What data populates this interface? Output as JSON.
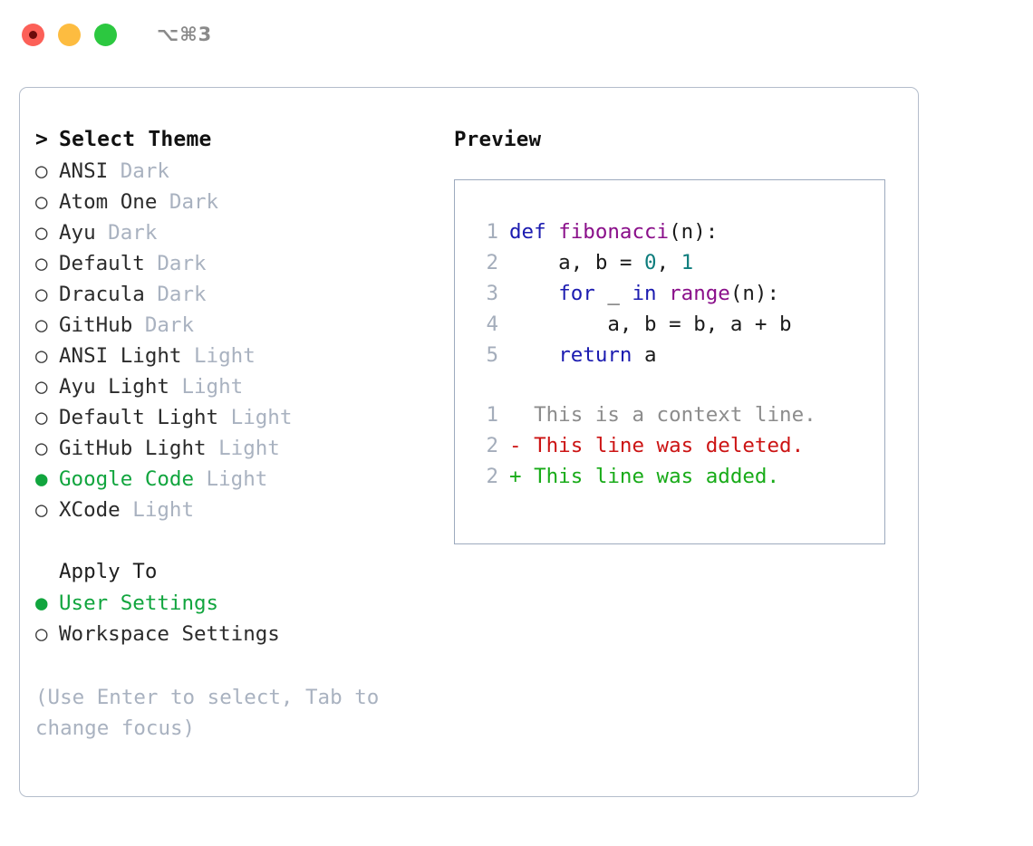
{
  "titlebar": {
    "buttons": [
      {
        "name": "close",
        "label": ""
      },
      {
        "name": "minimize",
        "label": ""
      },
      {
        "name": "maximize",
        "label": ""
      }
    ],
    "shortcut": "⌥⌘3"
  },
  "theme_panel": {
    "header_caret": ">",
    "header": "Select Theme",
    "bullet_unselected": "○",
    "bullet_selected": "●",
    "items": [
      {
        "name": "ANSI",
        "variant": "Dark",
        "selected": false
      },
      {
        "name": "Atom One",
        "variant": "Dark",
        "selected": false
      },
      {
        "name": "Ayu",
        "variant": "Dark",
        "selected": false
      },
      {
        "name": "Default",
        "variant": "Dark",
        "selected": false
      },
      {
        "name": "Dracula",
        "variant": "Dark",
        "selected": false
      },
      {
        "name": "GitHub",
        "variant": "Dark",
        "selected": false
      },
      {
        "name": "ANSI Light",
        "variant": "Light",
        "selected": false
      },
      {
        "name": "Ayu Light",
        "variant": "Light",
        "selected": false
      },
      {
        "name": "Default Light",
        "variant": "Light",
        "selected": false
      },
      {
        "name": "GitHub Light",
        "variant": "Light",
        "selected": false
      },
      {
        "name": "Google Code",
        "variant": "Light",
        "selected": true
      },
      {
        "name": "XCode",
        "variant": "Light",
        "selected": false
      }
    ]
  },
  "apply_to": {
    "header": "Apply To",
    "items": [
      {
        "name": "User Settings",
        "selected": true
      },
      {
        "name": "Workspace Settings",
        "selected": false
      }
    ]
  },
  "hint": "(Use Enter to select, Tab to change focus)",
  "preview": {
    "header": "Preview",
    "code_lines": [
      {
        "num": "1",
        "tokens": [
          {
            "t": "def ",
            "c": "tok-kw"
          },
          {
            "t": "fibonacci",
            "c": "tok-fn"
          },
          {
            "t": "(n):",
            "c": "tok-plain"
          }
        ]
      },
      {
        "num": "2",
        "tokens": [
          {
            "t": "    a, b = ",
            "c": "tok-plain"
          },
          {
            "t": "0",
            "c": "tok-num"
          },
          {
            "t": ", ",
            "c": "tok-plain"
          },
          {
            "t": "1",
            "c": "tok-num"
          }
        ]
      },
      {
        "num": "3",
        "tokens": [
          {
            "t": "    ",
            "c": "tok-plain"
          },
          {
            "t": "for",
            "c": "tok-kw"
          },
          {
            "t": " _ ",
            "c": "tok-plain"
          },
          {
            "t": "in",
            "c": "tok-kw"
          },
          {
            "t": " ",
            "c": "tok-plain"
          },
          {
            "t": "range",
            "c": "tok-fn"
          },
          {
            "t": "(n):",
            "c": "tok-plain"
          }
        ]
      },
      {
        "num": "4",
        "tokens": [
          {
            "t": "        a, b = b, a + b",
            "c": "tok-plain"
          }
        ]
      },
      {
        "num": "5",
        "tokens": [
          {
            "t": "    ",
            "c": "tok-plain"
          },
          {
            "t": "return",
            "c": "tok-kw"
          },
          {
            "t": " a",
            "c": "tok-plain"
          }
        ]
      }
    ],
    "diff_lines": [
      {
        "num": "1",
        "marker": "  ",
        "text": "This is a context line.",
        "kind": "diff-ctx"
      },
      {
        "num": "2",
        "marker": "- ",
        "text": "This line was deleted.",
        "kind": "diff-del"
      },
      {
        "num": "2",
        "marker": "+ ",
        "text": "This line was added.",
        "kind": "diff-add"
      }
    ]
  },
  "colors": {
    "accent_green": "#11a53e",
    "muted": "#a9b2c0",
    "keyword_blue": "#1b1bb0",
    "function_purple": "#8a0f8a",
    "number_teal": "#0e7d7d",
    "diff_added": "#18ab18",
    "diff_deleted": "#cc1414",
    "border": "#b4bdcb"
  }
}
